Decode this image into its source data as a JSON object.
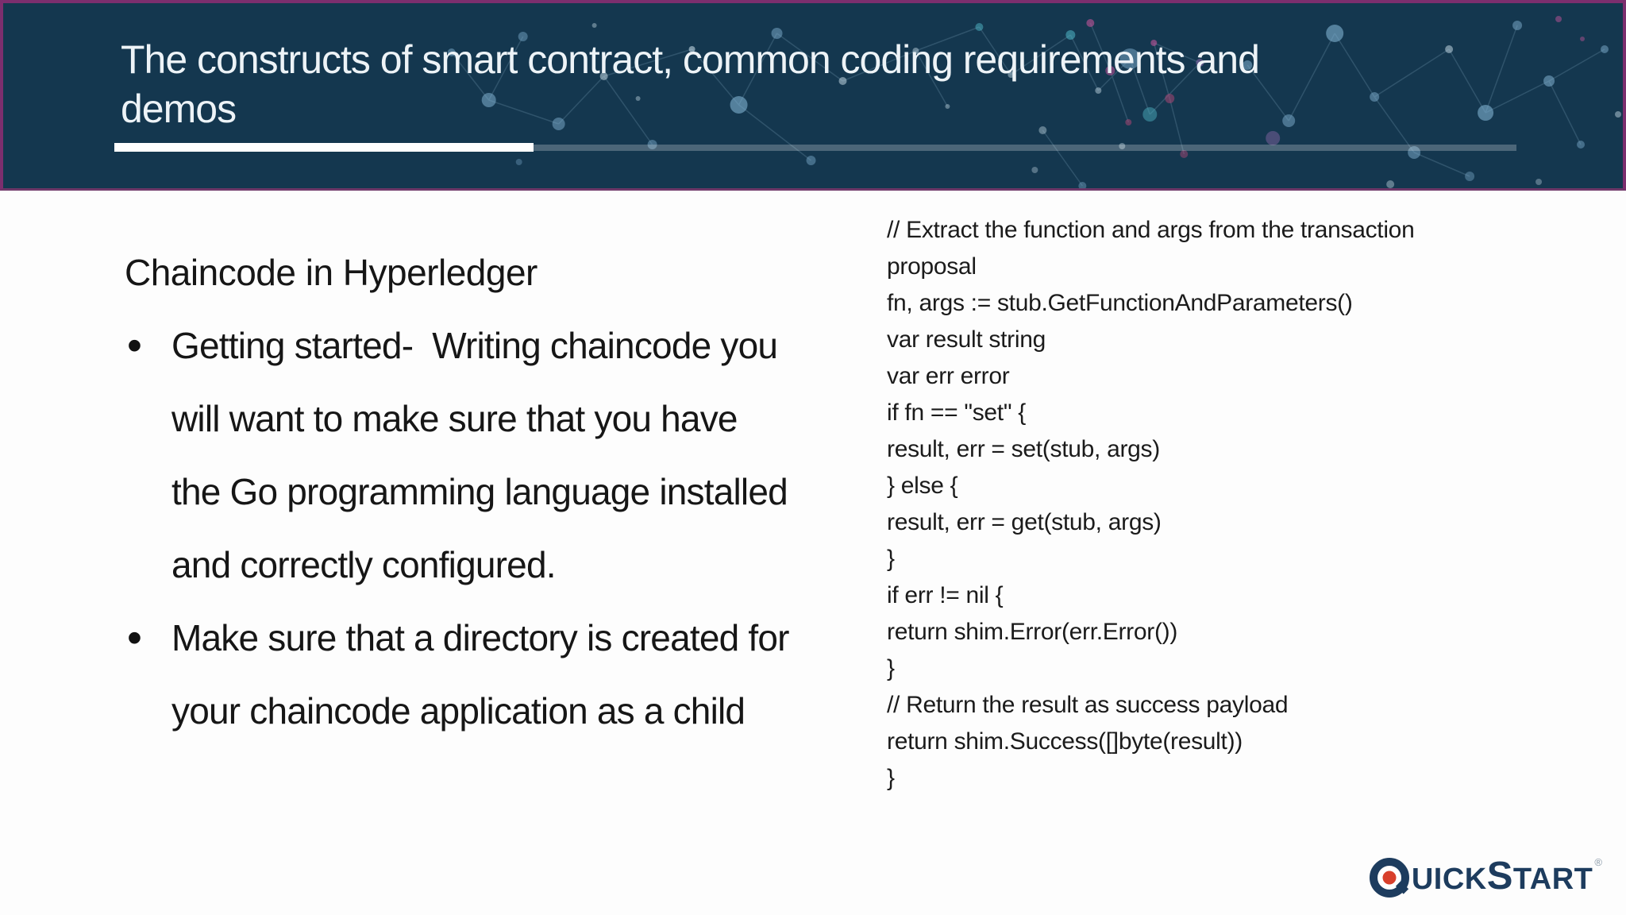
{
  "header": {
    "title": "The constructs of smart contract, common coding requirements and\ndemos"
  },
  "content": {
    "heading": "Chaincode in Hyperledger",
    "bullet_marker": "•",
    "bullets": [
      {
        "text": "Getting started-  Writing chaincode you\nwill want to make sure that you have\nthe Go programming language installed\nand correctly configured."
      },
      {
        "text": "Make sure that a directory is created for\nyour chaincode application as a child"
      }
    ]
  },
  "code": {
    "text": "// Extract the function and args from the transaction\nproposal\nfn, args := stub.GetFunctionAndParameters()\nvar result string\nvar err error\nif fn == \"set\" {\nresult, err = set(stub, args)\n} else {\nresult, err = get(stub, args)\n}\nif err != nil {\nreturn shim.Error(err.Error())\n}\n// Return the result as success payload\nreturn shim.Success([]byte(result))\n}"
  },
  "logo": {
    "part1": "UICK",
    "s_cap": "S",
    "part2": "TART",
    "reg": "®"
  },
  "colors": {
    "header_bg": "#14374f",
    "frame_purple": "#7c2e6e",
    "underline_white": "#ffffff",
    "body_text": "#161616",
    "logo_navy": "#1d3c5e",
    "logo_red": "#d8402c"
  }
}
